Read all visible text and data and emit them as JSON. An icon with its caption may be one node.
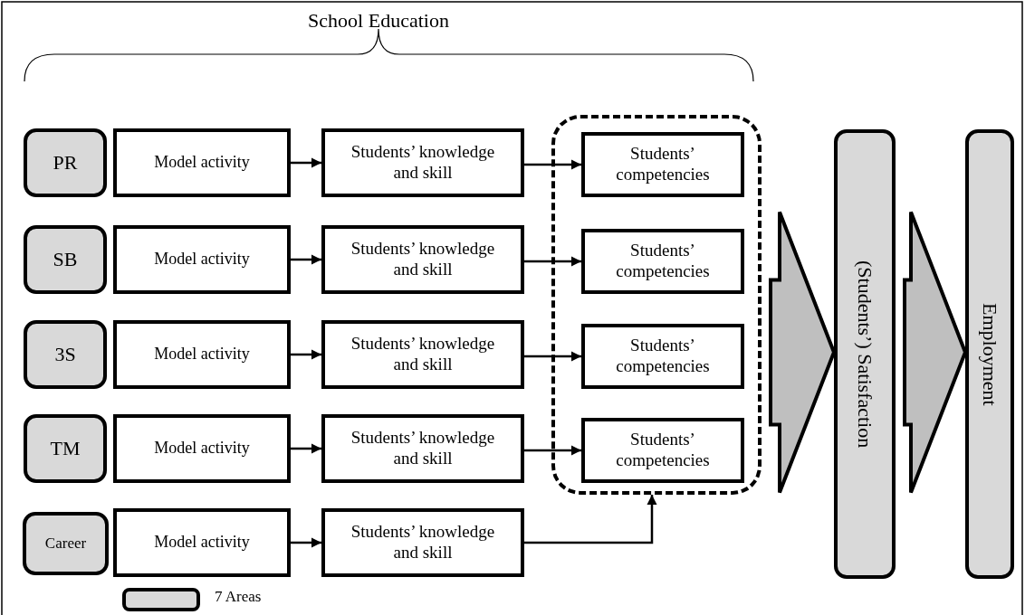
{
  "diagram": {
    "title": "School Education",
    "nodes": [
      {
        "text": [],
        "shape": "box"
      },
      {
        "text": [
          "PR"
        ]
      },
      {
        "text": [
          "Model activity"
        ]
      },
      {
        "text": [
          "Students’ knowledge and skill"
        ]
      },
      {
        "text": [
          "Students’ competencies"
        ],
        "in": 0
      },
      {
        "text": [
          "SB"
        ]
      },
      {
        "text": [
          "Model activity"
        ]
      },
      {
        "text": [
          "Students’ knowledge and skill"
        ]
      },
      {
        "text": [
          "Students’ competencies"
        ],
        "in": 0
      },
      {
        "text": [
          "3S"
        ]
      },
      {
        "text": [
          "Model activity"
        ]
      },
      {
        "text": [
          "Students’ knowledge and skill"
        ]
      },
      {
        "text": [
          "Students’ competencies"
        ],
        "in": 0
      },
      {
        "text": [
          "TM"
        ]
      },
      {
        "text": [
          "Model activity"
        ]
      },
      {
        "text": [
          "Students’ knowledge and skill"
        ]
      },
      {
        "text": [
          "Students’ competencies"
        ],
        "in": 0
      },
      {
        "text": [
          "Career"
        ]
      },
      {
        "text": [
          "Model activity"
        ]
      },
      {
        "text": [
          "Students’ knowledge and skill"
        ]
      },
      {
        "text": [
          "(Students’) Satisfaction"
        ]
      },
      {
        "text": [
          "Employment"
        ]
      }
    ],
    "edges": [
      {
        "from": 2,
        "to": 3,
        "arrow": "to"
      },
      {
        "from": 3,
        "to": 4,
        "arrow": "to"
      },
      {
        "from": 6,
        "to": 7,
        "arrow": "to"
      },
      {
        "from": 7,
        "to": 8,
        "arrow": "to"
      },
      {
        "from": 10,
        "to": 11,
        "arrow": "to"
      },
      {
        "from": 11,
        "to": 12,
        "arrow": "to"
      },
      {
        "from": 14,
        "to": 15,
        "arrow": "to"
      },
      {
        "from": 15,
        "to": 16,
        "arrow": "to"
      },
      {
        "from": 18,
        "to": 19,
        "arrow": "to"
      },
      {
        "from": 19,
        "to": 0,
        "arrow": "to"
      },
      {
        "from": 0,
        "to": 20,
        "arrow": "to",
        "style": "thick",
        "color": "#bfbfbf"
      },
      {
        "from": 20,
        "to": 21,
        "arrow": "to",
        "style": "thick",
        "color": "#bfbfbf"
      }
    ],
    "legend": [
      {
        "text": "7 Areas",
        "color": "#d9d9d9"
      }
    ]
  }
}
